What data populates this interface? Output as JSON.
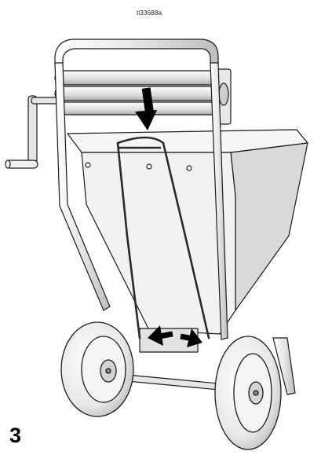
{
  "figure_id": "ti33688a",
  "step_number": "3",
  "colors": {
    "line": "#1a1a1a",
    "fill_light": "#f4f4f4",
    "fill_mid": "#dcdcdc",
    "fill_dark": "#9a9a9a",
    "strap": "#2a2a2a"
  },
  "icons": {
    "down_arrow": "arrow-down",
    "left_arrow": "arrow-left",
    "right_arrow": "arrow-right"
  }
}
